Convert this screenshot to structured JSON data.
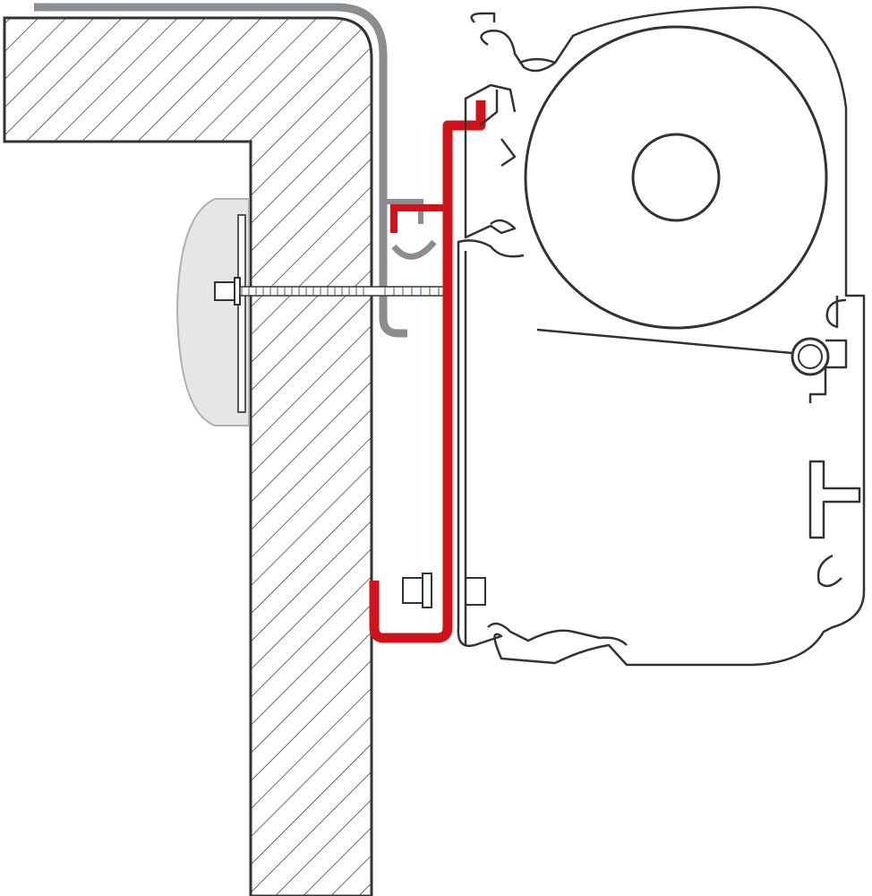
{
  "diagram": {
    "colors": {
      "outline": "#333333",
      "bracket": "#d0121b",
      "rail": "#8a8e91",
      "hatch": "#444444",
      "plate": "#e4e6e8",
      "background": "#ffffff"
    },
    "parts": [
      "wall-section",
      "rail-profile",
      "mounting-plate",
      "bolt",
      "adapter-bracket",
      "awning-case",
      "fabric-roll"
    ]
  }
}
